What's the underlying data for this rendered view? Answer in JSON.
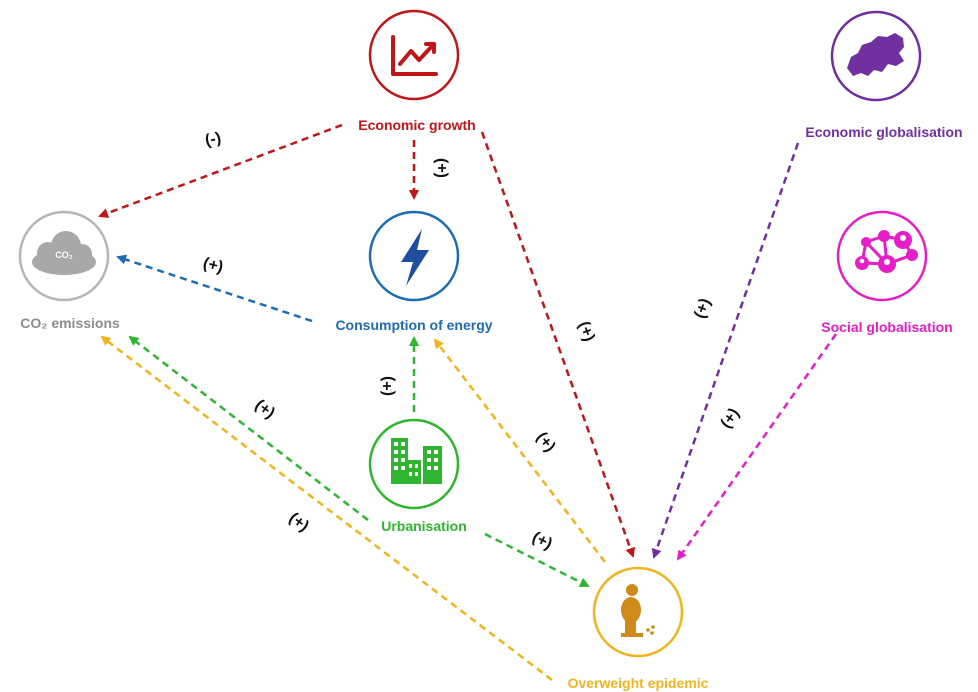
{
  "nodes": {
    "economic_growth": {
      "label": "Economic growth",
      "color": "#c0161a",
      "icon": "chart-trend-up-icon"
    },
    "co2_emissions": {
      "label": "CO₂ emissions",
      "color": "#8c8c8c",
      "icon": "cloud-icon",
      "icon_text": "CO₂"
    },
    "consumption_energy": {
      "label": "Consumption of energy",
      "color": "#1f6cb4",
      "icon": "lightning-icon"
    },
    "urbanisation": {
      "label": "Urbanisation",
      "color": "#2fb52f",
      "icon": "buildings-icon"
    },
    "overweight_epidemic": {
      "label": "Overweight epidemic",
      "color": "#f0b41e",
      "icon": "overweight-person-icon"
    },
    "economic_globalisation": {
      "label": "Economic globalisation",
      "color": "#7030a0",
      "icon": "europe-map-icon"
    },
    "social_globalisation": {
      "label": "Social globalisation",
      "color": "#e61ec8",
      "icon": "social-network-icon"
    }
  },
  "edges": [
    {
      "from": "economic_growth",
      "to": "co2_emissions",
      "sign": "(-)",
      "color": "#c0161a"
    },
    {
      "from": "economic_growth",
      "to": "consumption_energy",
      "sign": "(+)",
      "color": "#c0161a"
    },
    {
      "from": "economic_growth",
      "to": "overweight_epidemic",
      "sign": "(+)",
      "color": "#c0161a"
    },
    {
      "from": "consumption_energy",
      "to": "co2_emissions",
      "sign": "(+)",
      "color": "#1f6cb4"
    },
    {
      "from": "urbanisation",
      "to": "consumption_energy",
      "sign": "(+)",
      "color": "#2fb52f"
    },
    {
      "from": "urbanisation",
      "to": "co2_emissions",
      "sign": "(+)",
      "color": "#2fb52f"
    },
    {
      "from": "urbanisation",
      "to": "overweight_epidemic",
      "sign": "(+)",
      "color": "#2fb52f"
    },
    {
      "from": "overweight_epidemic",
      "to": "consumption_energy",
      "sign": "(+)",
      "color": "#f0b41e"
    },
    {
      "from": "overweight_epidemic",
      "to": "co2_emissions",
      "sign": "(+)",
      "color": "#f0b41e"
    },
    {
      "from": "economic_globalisation",
      "to": "overweight_epidemic",
      "sign": "(+)",
      "color": "#7030a0"
    },
    {
      "from": "social_globalisation",
      "to": "overweight_epidemic",
      "sign": "(+)",
      "color": "#e61ec8"
    }
  ]
}
